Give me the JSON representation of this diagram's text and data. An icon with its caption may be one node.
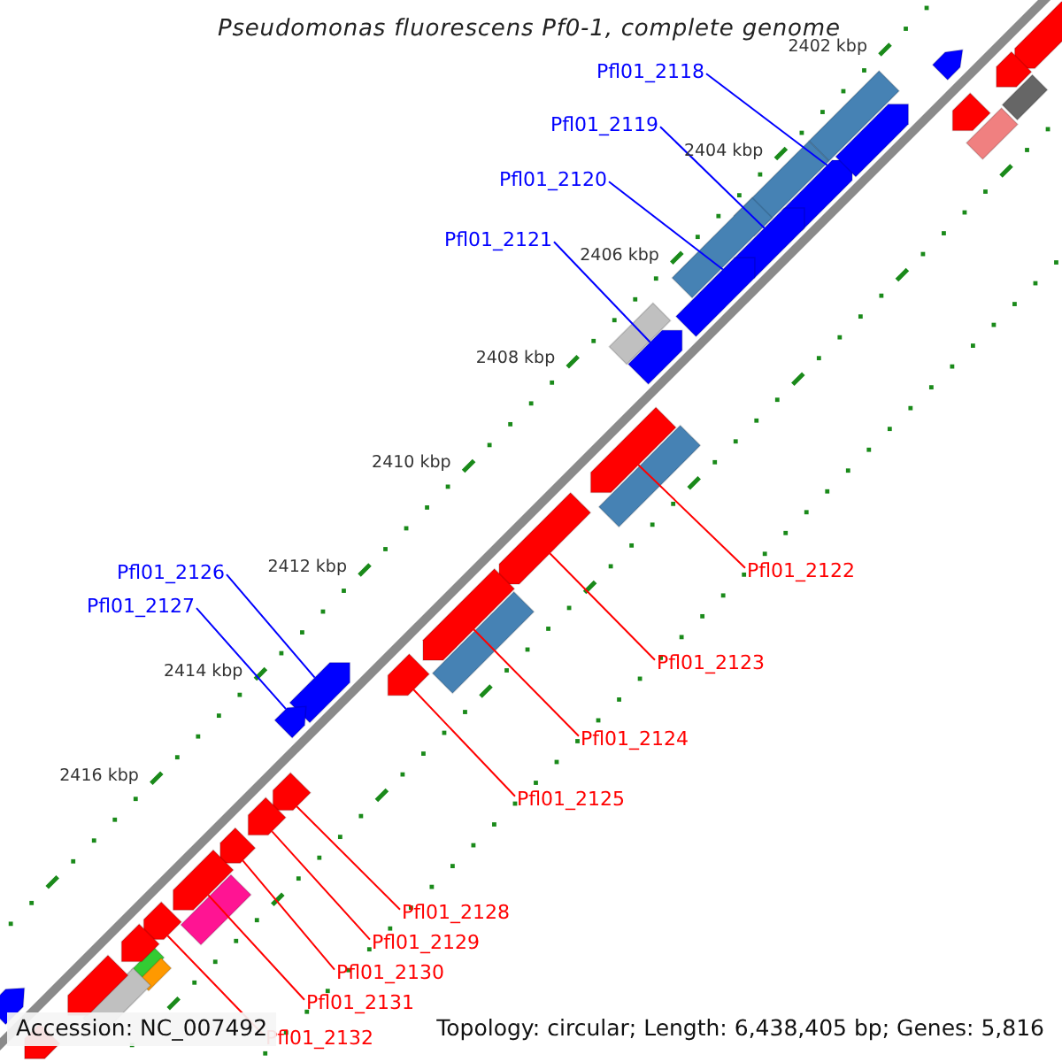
{
  "diagram": {
    "title": "Pseudomonas fluorescens Pf0-1, complete genome",
    "nodes": [
      {
        "text": [
          "Pfl01_2118"
        ]
      },
      {
        "text": [
          "Pfl01_2119"
        ]
      },
      {
        "text": [
          "Pfl01_2120"
        ]
      },
      {
        "text": [
          "Pfl01_2121"
        ]
      },
      {
        "text": [
          "Pfl01_2122"
        ]
      },
      {
        "text": [
          "Pfl01_2123"
        ]
      },
      {
        "text": [
          "Pfl01_2124"
        ]
      },
      {
        "text": [
          "Pfl01_2125"
        ]
      },
      {
        "text": [
          "Pfl01_2126"
        ]
      },
      {
        "text": [
          "Pfl01_2127"
        ]
      },
      {
        "text": [
          "Pfl01_2128"
        ]
      },
      {
        "text": [
          "Pfl01_2129"
        ]
      },
      {
        "text": [
          "Pfl01_2130"
        ]
      },
      {
        "text": [
          "Pfl01_2131"
        ]
      },
      {
        "text": [
          "Pfl01_2132"
        ]
      },
      {
        "text": [],
        "shape": "arrow"
      },
      {
        "text": [],
        "shape": "arrow"
      },
      {
        "text": [],
        "shape": "arrow"
      },
      {
        "text": [],
        "shape": "arrow"
      },
      {
        "text": [],
        "shape": "arrow"
      },
      {
        "text": [],
        "shape": "arrow"
      },
      {
        "text": [],
        "shape": "arrow"
      },
      {
        "text": [],
        "shape": "arrow"
      },
      {
        "text": [],
        "shape": "arrow"
      },
      {
        "text": [],
        "shape": "arrow"
      },
      {
        "text": [],
        "shape": "arrow"
      },
      {
        "text": [],
        "shape": "arrow"
      },
      {
        "text": [],
        "shape": "arrow"
      },
      {
        "text": [],
        "shape": "arrow"
      },
      {
        "text": [],
        "shape": "arrow"
      },
      {
        "text": [],
        "shape": "arrow"
      },
      {
        "text": [],
        "shape": "arrow"
      },
      {
        "text": [],
        "shape": "arrow"
      },
      {
        "text": [],
        "shape": "arrow"
      },
      {
        "text": [],
        "shape": "arrow"
      },
      {
        "text": [],
        "shape": "arrow"
      },
      {
        "text": [],
        "shape": "box"
      },
      {
        "text": [],
        "shape": "box"
      },
      {
        "text": [],
        "shape": "box"
      },
      {
        "text": [],
        "shape": "box"
      },
      {
        "text": [],
        "shape": "box"
      },
      {
        "text": [],
        "shape": "box"
      },
      {
        "text": [],
        "shape": "box"
      },
      {
        "text": [],
        "shape": "box"
      },
      {
        "text": [],
        "shape": "box"
      },
      {
        "text": [],
        "shape": "box"
      },
      {
        "text": [],
        "shape": "box"
      },
      {
        "text": [],
        "shape": "box"
      },
      {
        "text": [],
        "shape": "arrow"
      },
      {
        "text": [],
        "shape": "arrow"
      },
      {
        "text": [],
        "shape": "arrow"
      }
    ],
    "edges": [
      {
        "from": 0,
        "to": 15,
        "arrow": "none",
        "color": "#0000ff"
      },
      {
        "from": 1,
        "to": 16,
        "arrow": "none",
        "color": "#0000ff"
      },
      {
        "from": 2,
        "to": 17,
        "arrow": "none",
        "color": "#0000ff"
      },
      {
        "from": 3,
        "to": 18,
        "arrow": "none",
        "color": "#0000ff"
      },
      {
        "from": 4,
        "to": 19,
        "arrow": "none"
      },
      {
        "from": 5,
        "to": 20,
        "arrow": "none"
      },
      {
        "from": 6,
        "to": 21,
        "arrow": "none"
      },
      {
        "from": 7,
        "to": 22,
        "arrow": "none"
      },
      {
        "from": 8,
        "to": 23,
        "arrow": "none",
        "color": "#0000ff"
      },
      {
        "from": 9,
        "to": 24,
        "arrow": "none",
        "color": "#0000ff"
      },
      {
        "from": 10,
        "to": 25,
        "arrow": "none"
      },
      {
        "from": 11,
        "to": 26,
        "arrow": "none"
      },
      {
        "from": 12,
        "to": 27,
        "arrow": "none"
      },
      {
        "from": 13,
        "to": 28,
        "arrow": "none"
      },
      {
        "from": 14,
        "to": 29,
        "arrow": "none"
      }
    ],
    "labels": [
      "2402 kbp",
      "2404 kbp",
      "2406 kbp",
      "2408 kbp",
      "2410 kbp",
      "2412 kbp",
      "2414 kbp",
      "2416 kbp",
      "Accession: NC_007492",
      "Topology: circular; Length: 6,438,405 bp; Genes: 5,816"
    ]
  }
}
